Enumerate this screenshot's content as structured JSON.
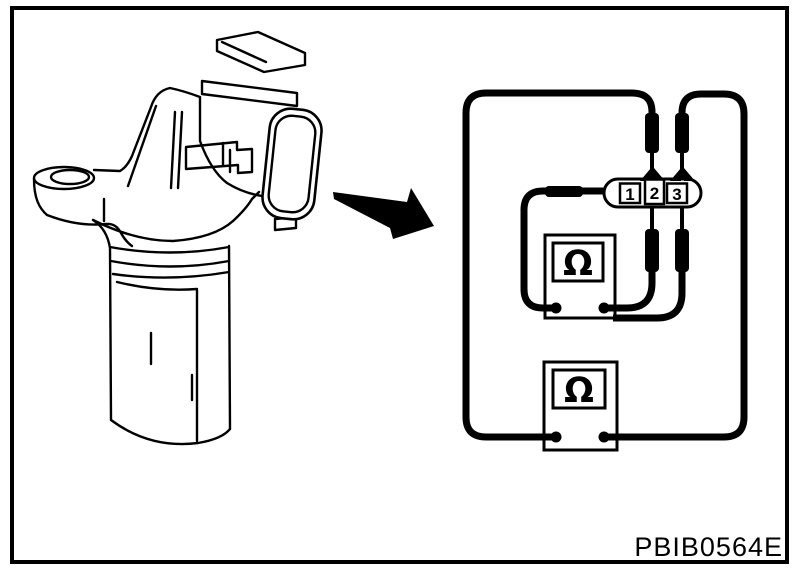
{
  "figure": {
    "caption": "PBIB0564E",
    "connector_pins": [
      "1",
      "2",
      "3"
    ],
    "meters": [
      {
        "id": "ohmmeter-1",
        "symbol": "Ω"
      },
      {
        "id": "ohmmeter-2",
        "symbol": "Ω"
      }
    ],
    "colors": {
      "ink": "#000000",
      "paper": "#ffffff"
    }
  }
}
